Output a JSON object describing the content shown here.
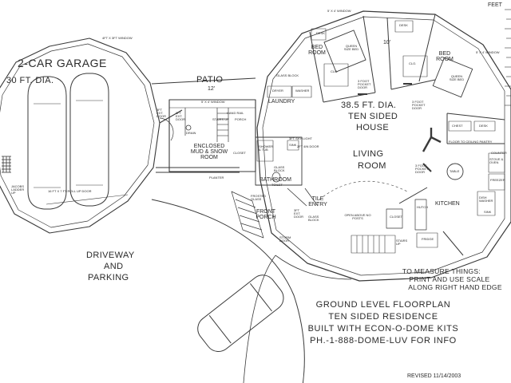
{
  "corner_label": "FEET",
  "garage": {
    "title": "2-CAR GARAGE",
    "diameter": "30 FT. DIA.",
    "window": "4FT X 3FT WINDOW",
    "door": "16 FT X 7 FT ROLL UP DOOR",
    "ladder": "JACOBS LADDER UP",
    "exit_door": "3FT EXT. DOOR"
  },
  "patio": {
    "label": "PATIO",
    "dim": "12'"
  },
  "mud_room": {
    "label": "ENCLOSED MUD & SNOW ROOM",
    "drain": "DRAIN",
    "planter": "PLANTER",
    "window": "5' X 4' WINDOW",
    "hand_rail": "HAND RAIL",
    "stairs_up": "STAIRS UP",
    "porch": "PORCH",
    "closet": "CLOSET",
    "door": "3FT EXT. DOOR"
  },
  "laundry": {
    "label": "LAUNDRY",
    "dryer": "DRYER",
    "washer": "WASHER",
    "glass_block": "GLASS BLOCK"
  },
  "bathroom": {
    "label": "BATHROOM",
    "shower": "SHOWER & TUB",
    "toilet": "TOILET",
    "glass_block": "GLASS BLOCK",
    "sink": "SINK",
    "door": "2FT 4IN DOOR",
    "skylight": "3FT SKY LIGHT"
  },
  "house": {
    "line1": "38.5 FT. DIA.",
    "line2": "TEN SIDED",
    "line3": "HOUSE"
  },
  "living": {
    "line1": "LIVING",
    "line2": "ROOM"
  },
  "bed_left": {
    "label": "BED ROOM",
    "bed": "QUEEN SIZE BED",
    "closet": "CLO.",
    "desk": "DESK",
    "window": "5' X 4' WINDOW"
  },
  "bed_right": {
    "label": "BED ROOM",
    "bed": "QUEEN SIZE BED",
    "closet": "CLO.",
    "desk": "DESK",
    "window": "5' X 4' WINDOW"
  },
  "dim_10": "10'",
  "pocket_doors": [
    "3 FOOT POCKET DOOR",
    "3 FOOT POCKET DOOR",
    "3 FOOT POCKET DOOR"
  ],
  "kitchen": {
    "label": "KITCHEN",
    "pantry": "FLOOR TO CEILING PANTRY",
    "chest": "CHEST",
    "desk": "DESK",
    "table": "TABLE",
    "stove": "STOVE & OVEN",
    "freezer": "FREEZER",
    "fridge": "FRIDGE",
    "counter": "COUNTER",
    "dishwasher": "DISH WASHER",
    "sink": "SINK",
    "hutch": "HUTCH"
  },
  "entry": {
    "label": "TILE ENTRY",
    "front_porch": "FRONT PORCH",
    "open_above": "OPEN ABOVE NO POSTS",
    "closet": "CLOSET",
    "stairs_up": "STAIRS UP",
    "storm_door": "STORM DOOR",
    "ext_door": "3FT EXT. DOOR",
    "glass_block": "GLASS BLOCK",
    "frosted": "FROSTED GLASS"
  },
  "driveway": {
    "line1": "DRIVEWAY",
    "line2": "AND",
    "line3": "PARKING"
  },
  "measure_note": [
    "TO MEASURE THINGS:",
    "PRINT AND USE SCALE",
    "ALONG RIGHT HAND EDGE"
  ],
  "info": [
    "GROUND LEVEL FLOORPLAN",
    "TEN SIDED RESIDENCE",
    "BUILT WITH ECON-O-DOME KITS",
    "PH.-1-888-DOME-LUV FOR INFO"
  ],
  "revised": "REVISED 11/14/2003",
  "colors": {
    "line": "#3a3a3a",
    "light": "#8a8a8a",
    "paper": "#ffffff"
  }
}
